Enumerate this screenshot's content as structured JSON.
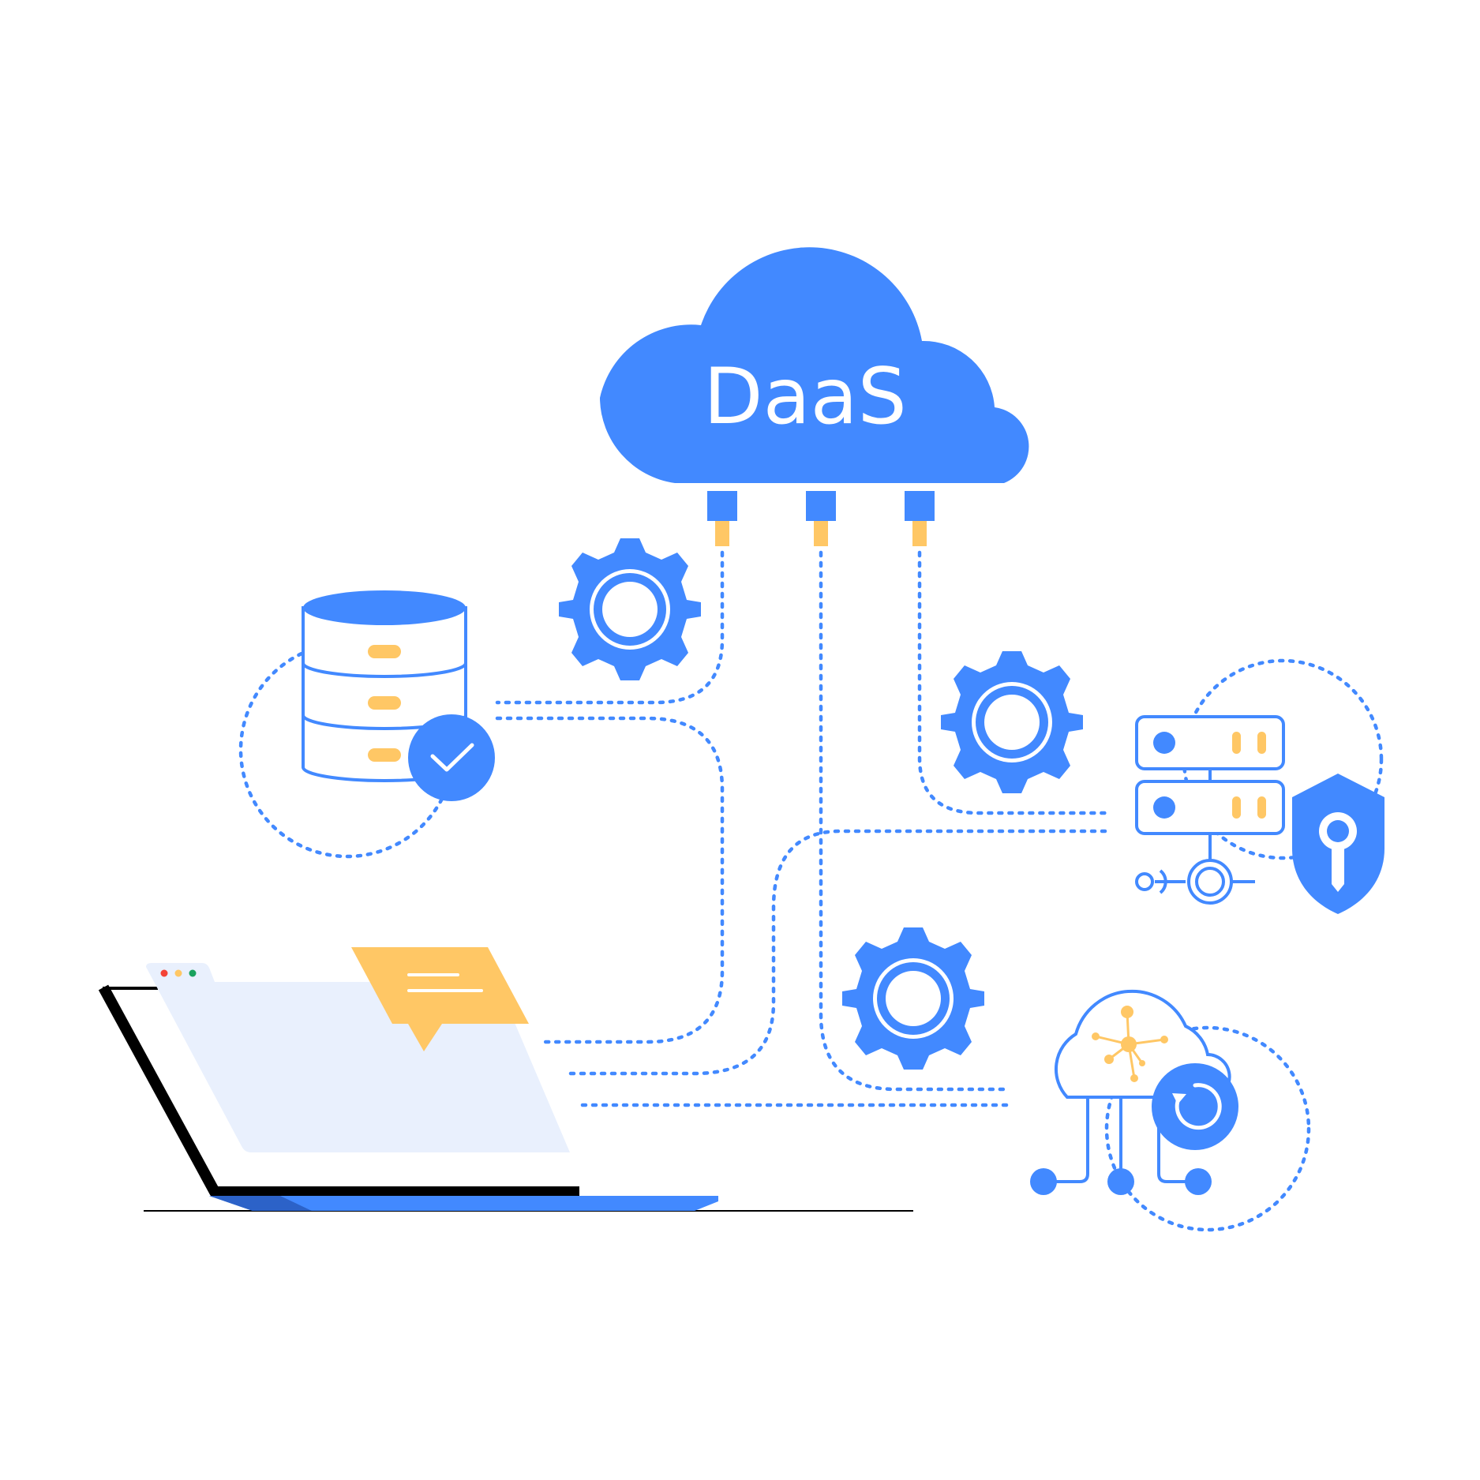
{
  "hub": {
    "label": "DaaS",
    "icon": "cloud-icon"
  },
  "colors": {
    "primary": "#4289ff",
    "accent": "#ffc765",
    "dark": "#000000",
    "screen": "#e9f0fd",
    "window_dots": [
      "#f44336",
      "#ffc765",
      "#19a25e"
    ]
  },
  "nodes": [
    {
      "name": "database",
      "icon": "database-icon",
      "badge": "check-icon"
    },
    {
      "name": "secure-server",
      "icon": "server-icon",
      "badge": "shield-lock-icon"
    },
    {
      "name": "cloud-network",
      "icon": "cloud-network-icon",
      "badge": "refresh-icon"
    },
    {
      "name": "laptop",
      "icon": "laptop-icon",
      "badge": "chat-bubble-icon"
    }
  ],
  "gears": [
    "gear-icon",
    "gear-icon",
    "gear-icon"
  ],
  "connectors": [
    "plug-icon",
    "plug-icon",
    "plug-icon"
  ]
}
